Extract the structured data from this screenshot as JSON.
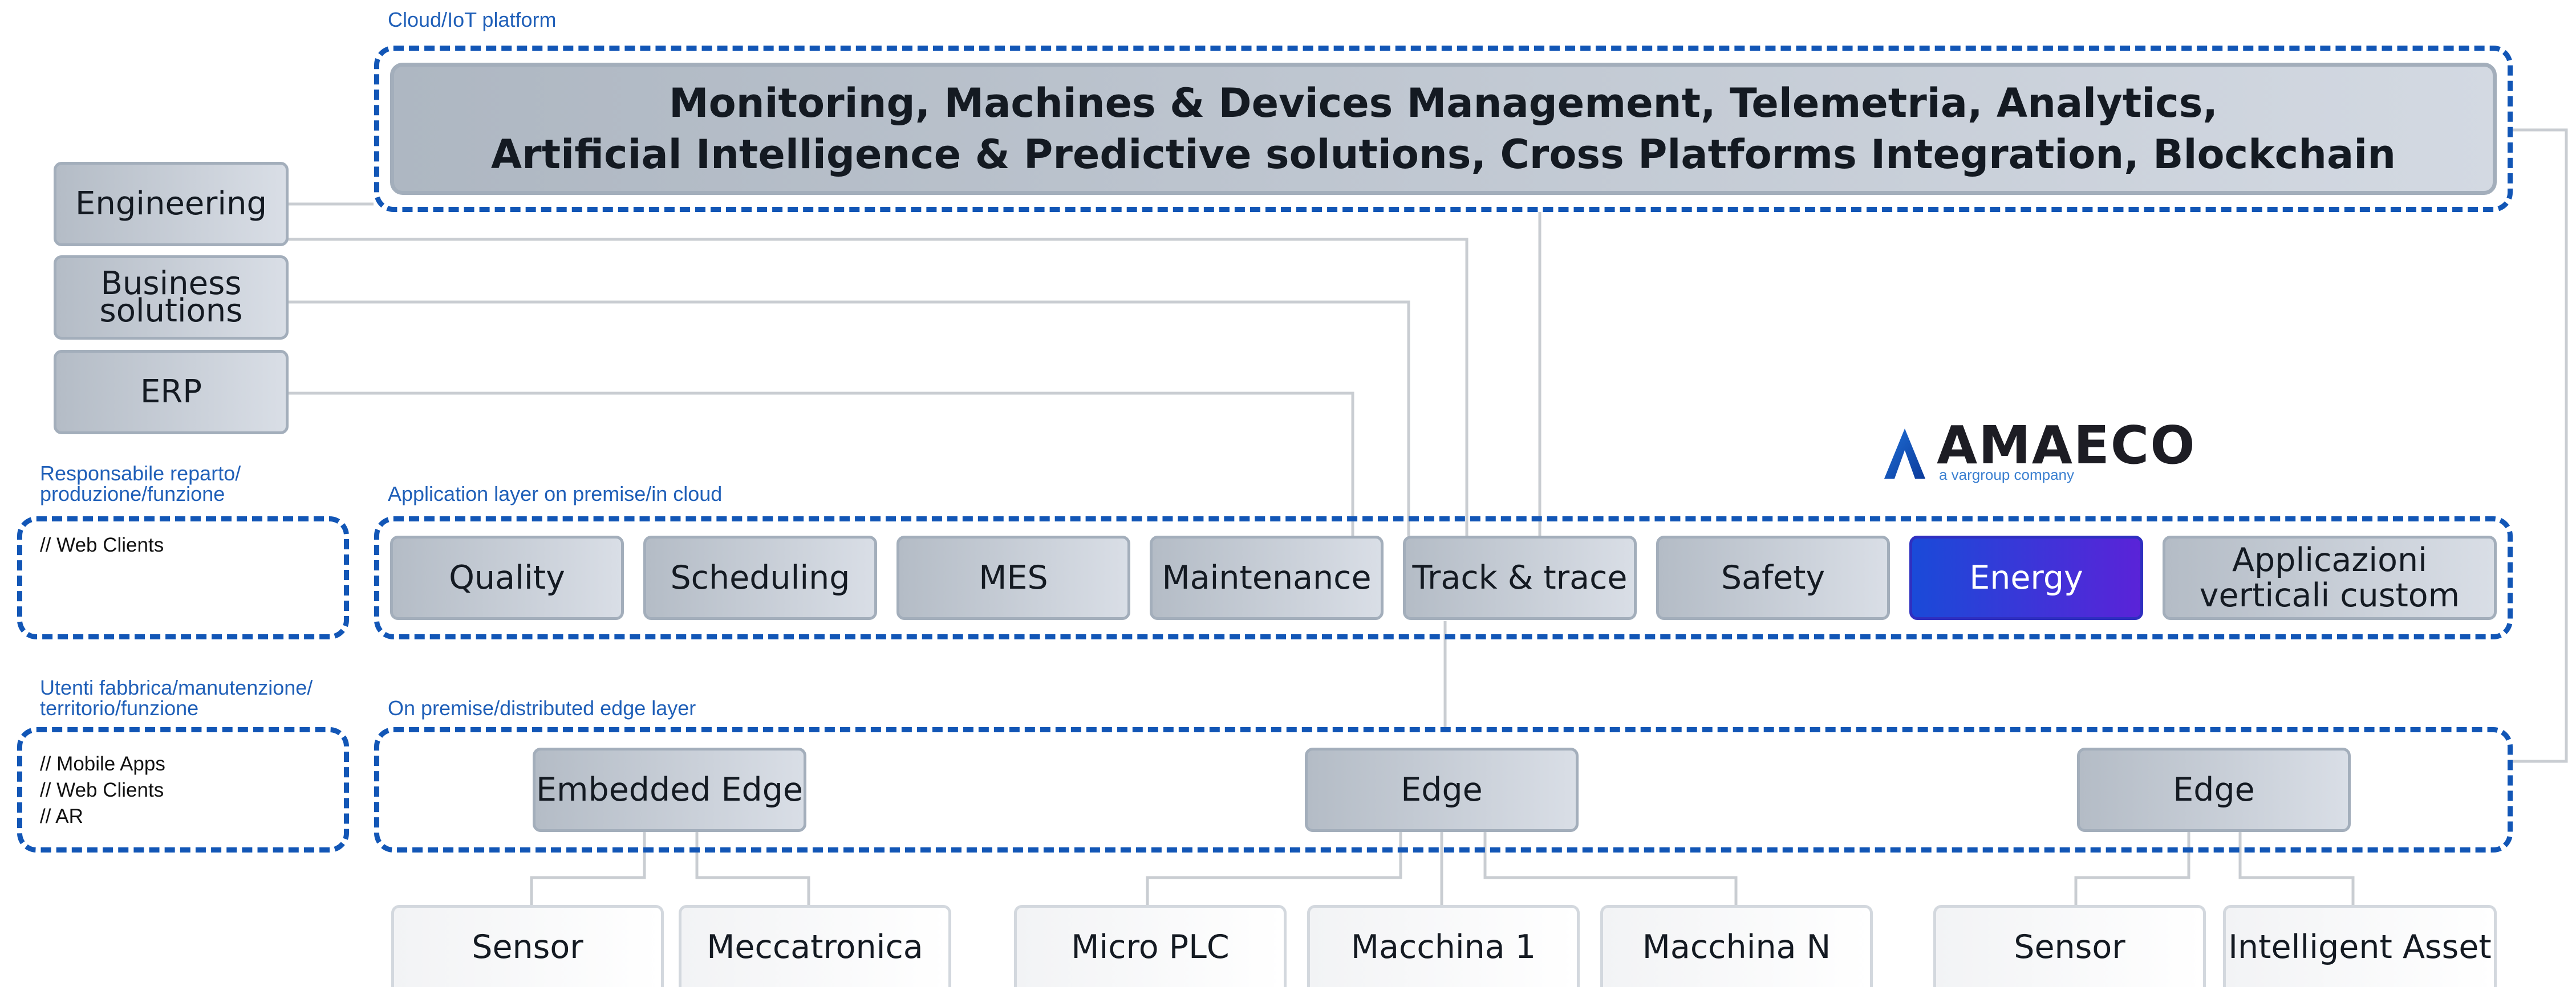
{
  "labels": {
    "cloud": "Cloud/IoT platform",
    "application": "Application layer on premise/in cloud",
    "edge": "On premise/distributed edge layer",
    "responsabile_1": "Responsabile reparto/",
    "responsabile_2": "produzione/funzione",
    "utenti_1": "Utenti fabbrica/manutenzione/",
    "utenti_2": "territorio/funzione"
  },
  "cloud_box": {
    "line1": "Monitoring, Machines & Devices Management, Telemetria, Analytics,",
    "line2": "Artificial Intelligence & Predictive solutions, Cross Platforms Integration, Blockchain"
  },
  "side_boxes": {
    "engineering": "Engineering",
    "business_1": "Business",
    "business_2": "solutions",
    "erp": "ERP"
  },
  "apps": {
    "quality": "Quality",
    "scheduling": "Scheduling",
    "mes": "MES",
    "maintenance": "Maintenance",
    "track": "Track & trace",
    "safety": "Safety",
    "energy": "Energy",
    "custom_1": "Applicazioni",
    "custom_2": "verticali custom"
  },
  "edges": {
    "embedded": "Embedded Edge",
    "edge_mid": "Edge",
    "edge_right": "Edge"
  },
  "devices": {
    "sensor_left": "Sensor",
    "meccatronica": "Meccatronica",
    "micro_plc": "Micro PLC",
    "macchina_1": "Macchina 1",
    "macchina_n": "Macchina N",
    "sensor_right": "Sensor",
    "intelligent_asset": "Intelligent Asset"
  },
  "clients": {
    "web_top": "// Web Clients",
    "mobile": "// Mobile Apps",
    "web_bottom": "// Web Clients",
    "ar": "// AR"
  },
  "logo": {
    "name": "AMAECO",
    "tagline": "a vargroup company"
  },
  "colors": {
    "accent_blue": "#1256b6",
    "energy_start": "#1a4ad8",
    "energy_end": "#5a23d8"
  }
}
